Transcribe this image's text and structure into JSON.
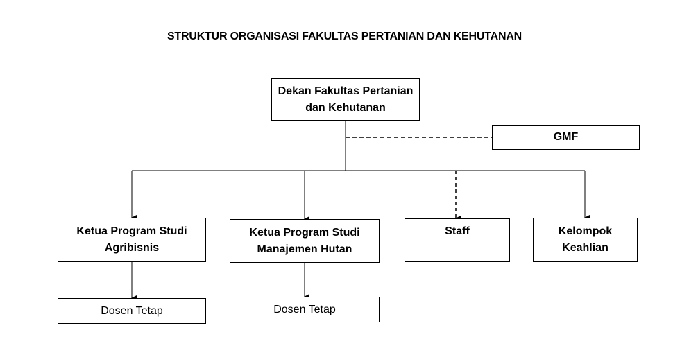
{
  "title": "STRUKTUR ORGANISASI FAKULTAS PERTANIAN DAN KEHUTANAN",
  "nodes": {
    "dekan": {
      "line1": "Dekan Fakultas Pertanian",
      "line2": "dan Kehutanan"
    },
    "gmf": "GMF",
    "kps_agribisnis": {
      "line1": "Ketua Program Studi",
      "line2": "Agribisnis"
    },
    "kps_manajemen_hutan": {
      "line1": "Ketua Program Studi",
      "line2": "Manajemen Hutan"
    },
    "staff": "Staff",
    "kelompok_keahlian": {
      "line1": "Kelompok",
      "line2": "Keahlian"
    },
    "dosen_agribisnis": "Dosen Tetap",
    "dosen_manajemen_hutan": "Dosen Tetap"
  }
}
